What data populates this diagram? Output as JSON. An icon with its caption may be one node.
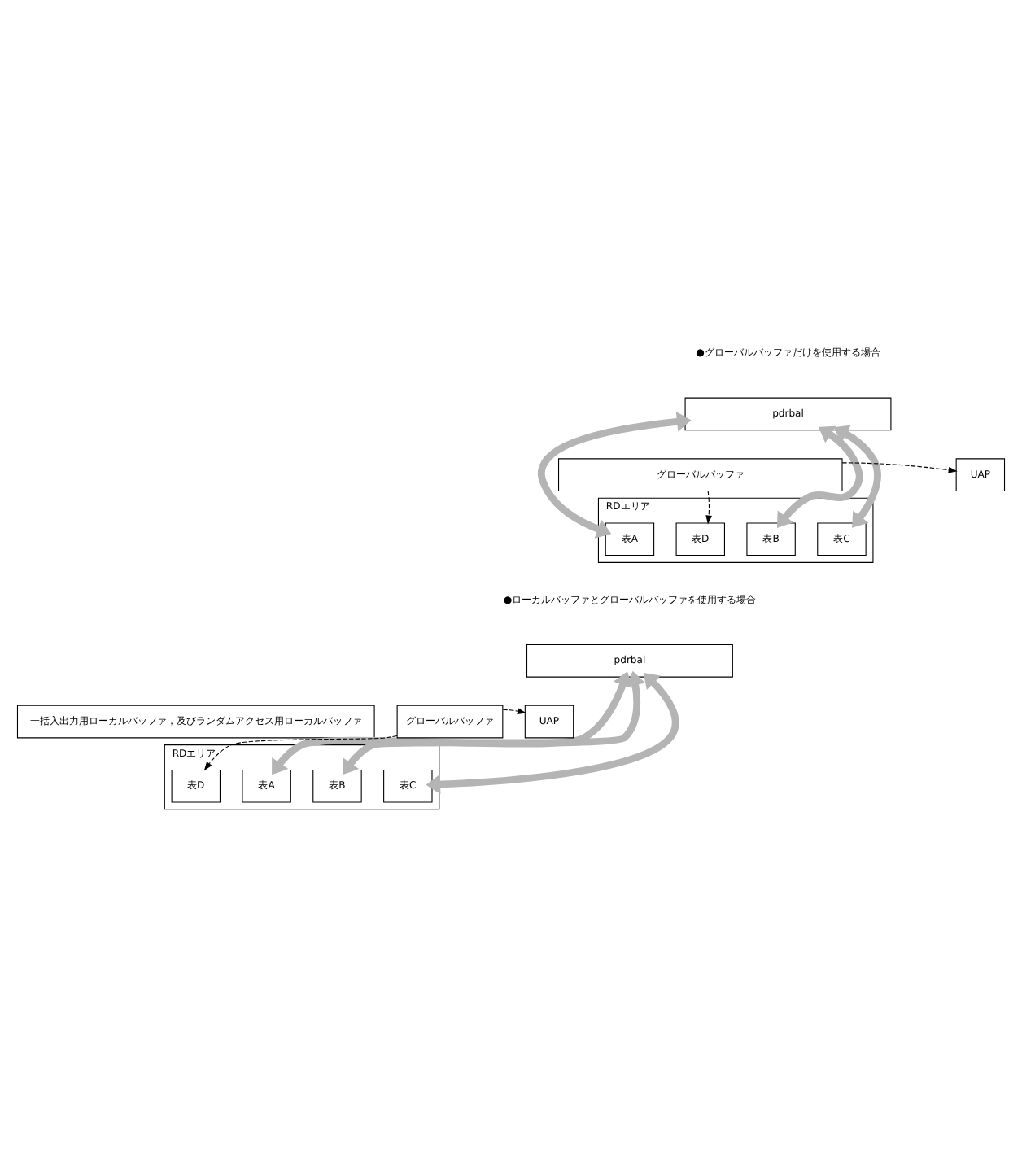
{
  "diagram": {
    "nodes": [
      {
        "text": [
          "pdrbal"
        ]
      },
      {
        "text": [
          "グローバルバッファ"
        ]
      },
      {
        "text": [
          "UAP"
        ]
      },
      {
        "text": [
          "RDエリア"
        ]
      },
      {
        "text": [
          "表A"
        ],
        "in": 3
      },
      {
        "text": [
          "表B"
        ],
        "in": 3
      },
      {
        "text": [
          "表C"
        ],
        "in": 3
      },
      {
        "text": [
          "表D"
        ],
        "in": 3
      },
      {
        "text": [
          "pdrbal"
        ]
      },
      {
        "text": [
          "一括入出力用ローカルバッファ，及びランダムアクセス用ローカルバッファ"
        ]
      },
      {
        "text": [
          "グローバルバッファ"
        ]
      },
      {
        "text": [
          "UAP"
        ]
      },
      {
        "text": [
          "RDエリア"
        ]
      },
      {
        "text": [
          "表A"
        ],
        "in": 12
      },
      {
        "text": [
          "表B"
        ],
        "in": 12
      },
      {
        "text": [
          "表C"
        ],
        "in": 12
      },
      {
        "text": [
          "表D"
        ],
        "in": 12
      }
    ],
    "edges": [
      {
        "from": 0,
        "to": 4,
        "arrow": "both"
      },
      {
        "from": 0,
        "to": 5,
        "arrow": "both"
      },
      {
        "from": 0,
        "to": 6,
        "arrow": "both"
      },
      {
        "from": 1,
        "to": 2,
        "arrow": "to",
        "style": "dashed",
        "color": "#000000"
      },
      {
        "from": 1,
        "to": 7,
        "arrow": "to",
        "style": "dashed",
        "color": "#000000"
      },
      {
        "from": 8,
        "to": 13,
        "arrow": "both"
      },
      {
        "from": 8,
        "to": 14,
        "arrow": "both"
      },
      {
        "from": 8,
        "to": 15,
        "arrow": "both"
      },
      {
        "from": 10,
        "to": 11,
        "arrow": "to",
        "style": "dashed",
        "color": "#000000"
      },
      {
        "from": 10,
        "to": 16,
        "arrow": "to",
        "style": "dashed",
        "color": "#000000"
      }
    ],
    "labels": [
      "●グローバルバッファだけを使用する場合",
      "●ローカルバッファとグローバルバッファを使用する場合"
    ]
  }
}
